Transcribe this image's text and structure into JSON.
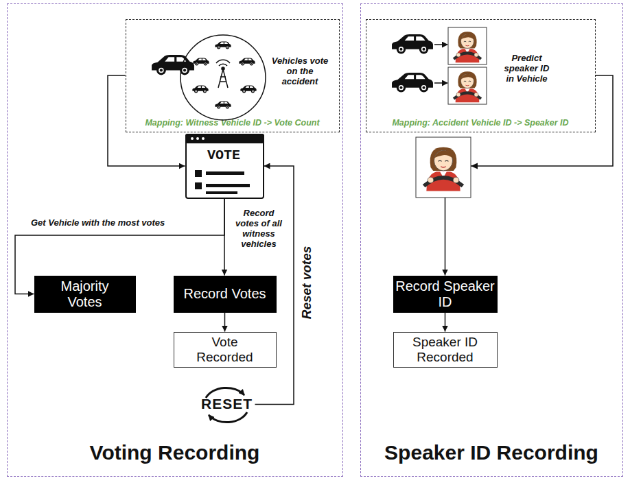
{
  "diagram": {
    "nodes": [
      {
        "text": [
          "Voting Recording"
        ]
      },
      {
        "text": [
          "Vehicles vote on the accident",
          "Mapping: Witness Vehicle ID -> Vote Count"
        ],
        "in": 0
      },
      {
        "text": [
          "VOTE"
        ],
        "in": 0
      },
      {
        "text": [
          "Majority Votes"
        ],
        "in": 0
      },
      {
        "text": [
          "Record Votes"
        ],
        "in": 0
      },
      {
        "text": [
          "Vote Recorded"
        ],
        "in": 0
      },
      {
        "text": [
          "RESET"
        ],
        "in": 0
      },
      {
        "text": [
          "Speaker ID Recording"
        ]
      },
      {
        "text": [
          "Predict speaker ID in Vehicle",
          "Mapping: Accident Vehicle ID -> Speaker ID"
        ],
        "in": 7
      },
      {
        "text": [
          "Record Speaker ID"
        ],
        "in": 7
      },
      {
        "text": [
          "Speaker ID Recorded"
        ],
        "in": 7
      }
    ],
    "edges": [
      {
        "from": 1,
        "to": 2,
        "arrow": "to"
      },
      {
        "from": 2,
        "to": 3,
        "arrow": "to",
        "label": "Get Vehicle with the most votes"
      },
      {
        "from": 2,
        "to": 4,
        "arrow": "to",
        "label": "Record votes of all witness vehicles"
      },
      {
        "from": 4,
        "to": 5,
        "arrow": "to"
      },
      {
        "from": 6,
        "to": 2,
        "arrow": "to",
        "label": "Reset votes"
      },
      {
        "from": 8,
        "to": 9,
        "arrow": "to"
      },
      {
        "from": 9,
        "to": 10,
        "arrow": "to"
      }
    ]
  }
}
